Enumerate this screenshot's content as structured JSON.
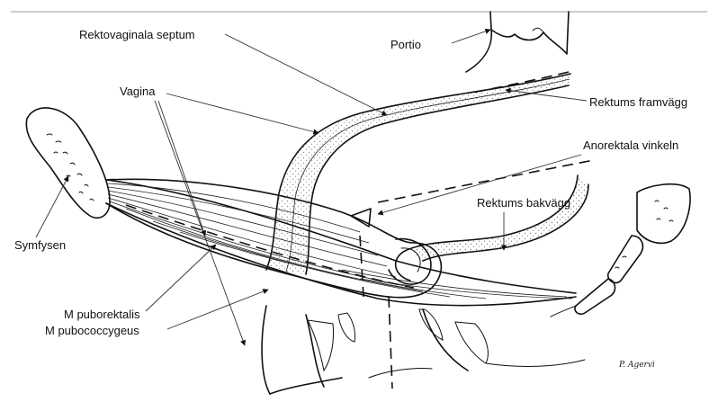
{
  "labels": {
    "rektovaginala_septum": "Rektovaginala septum",
    "portio": "Portio",
    "vagina": "Vagina",
    "rektums_framvagg": "Rektums framvägg",
    "anorektala_vinkeln": "Anorektala vinkeln",
    "rektums_bakvagg": "Rektums bakvägg",
    "symfysen": "Symfysen",
    "m_puborektalis": "M puborektalis",
    "m_pubococcygeus": "M pubococcygeus"
  },
  "signature": "P. Agervi"
}
